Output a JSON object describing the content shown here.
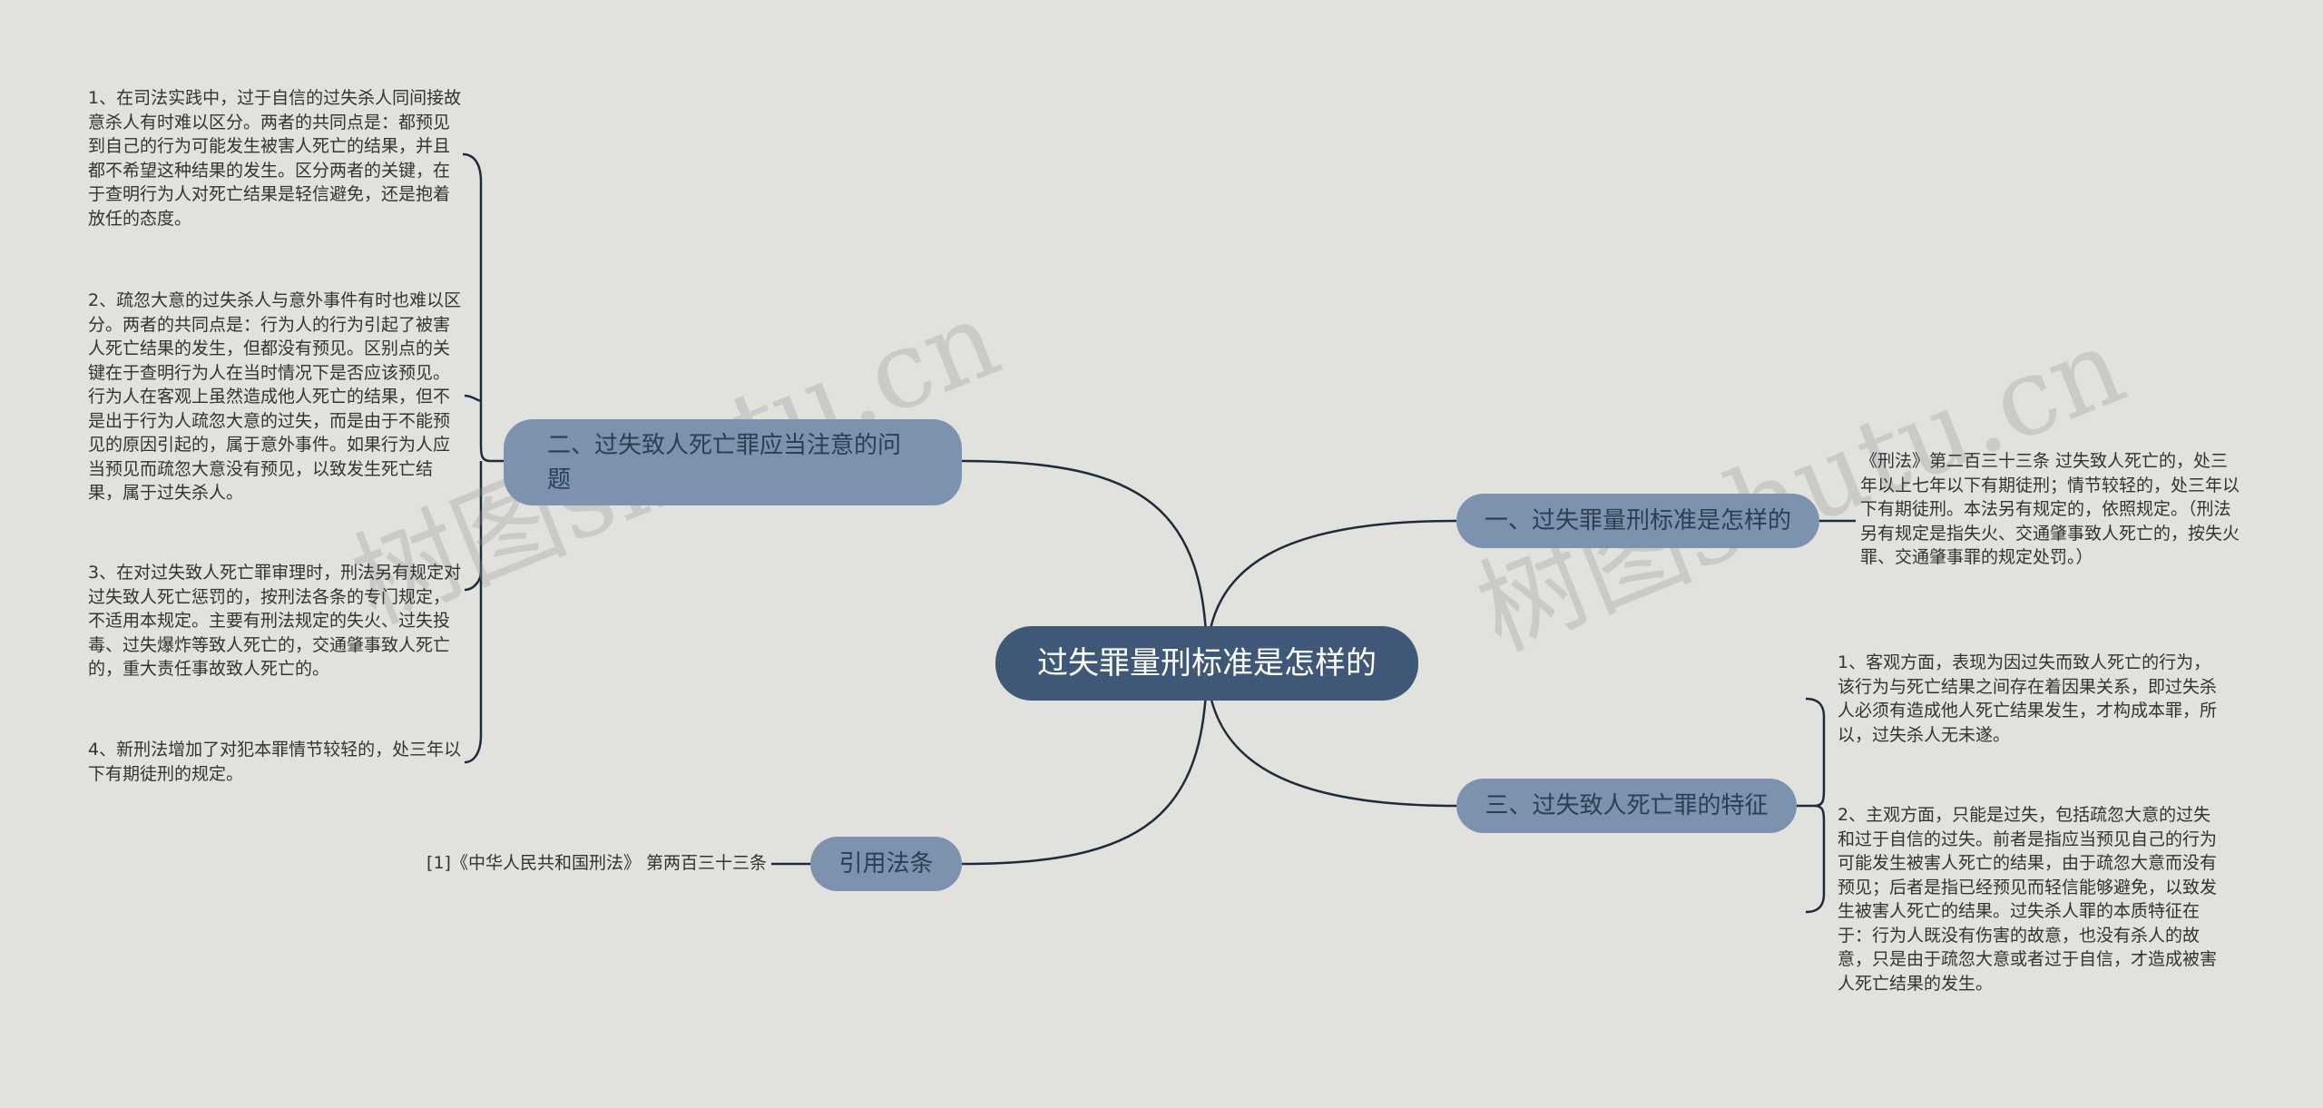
{
  "watermarks": [
    "树图shutu.cn",
    "树图shutu.cn"
  ],
  "root": {
    "label": "过失罪量刑标准是怎样的"
  },
  "branches": {
    "b1": {
      "label": "一、过失罪量刑标准是怎样的",
      "leaves": [
        "《刑法》第二百三十三条 过失致人死亡的，处三年以上七年以下有期徒刑；情节较轻的，处三年以下有期徒刑。本法另有规定的，依照规定。（刑法另有规定是指失火、交通肇事致人死亡的，按失火罪、交通肇事罪的规定处罚。）"
      ]
    },
    "b2": {
      "label": "二、过失致人死亡罪应当注意的问题",
      "leaves": [
        "1、在司法实践中，过于自信的过失杀人同间接故意杀人有时难以区分。两者的共同点是：都预见到自己的行为可能发生被害人死亡的结果，并且都不希望这种结果的发生。区分两者的关键，在于查明行为人对死亡结果是轻信避免，还是抱着放任的态度。",
        "2、疏忽大意的过失杀人与意外事件有时也难以区分。两者的共同点是：行为人的行为引起了被害人死亡结果的发生，但都没有预见。区别点的关键在于查明行为人在当时情况下是否应该预见。行为人在客观上虽然造成他人死亡的结果，但不是出于行为人疏忽大意的过失，而是由于不能预见的原因引起的，属于意外事件。如果行为人应当预见而疏忽大意没有预见，以致发生死亡结果，属于过失杀人。",
        "3、在对过失致人死亡罪审理时，刑法另有规定对过失致人死亡惩罚的，按刑法各条的专门规定，不适用本规定。主要有刑法规定的失火、过失投毒、过失爆炸等致人死亡的，交通肇事致人死亡的，重大责任事故致人死亡的。",
        "4、新刑法增加了对犯本罪情节较轻的，处三年以下有期徒刑的规定。"
      ]
    },
    "b3": {
      "label": "三、过失致人死亡罪的特征",
      "leaves": [
        "1、客观方面，表现为因过失而致人死亡的行为，该行为与死亡结果之间存在着因果关系，即过失杀人必须有造成他人死亡结果发生，才构成本罪，所以，过失杀人无未遂。",
        "2、主观方面，只能是过失，包括疏忽大意的过失和过于自信的过失。前者是指应当预见自己的行为可能发生被害人死亡的结果，由于疏忽大意而没有预见；后者是指已经预见而轻信能够避免，以致发生被害人死亡的结果。过失杀人罪的本质特征在于：行为人既没有伤害的故意，也没有杀人的故意，只是由于疏忽大意或者过于自信，才造成被害人死亡结果的发生。"
      ]
    },
    "b4": {
      "label": "引用法条",
      "leaves": [
        "[1]《中华人民共和国刑法》 第两百三十三条"
      ]
    }
  },
  "colors": {
    "background": "#e1e2de",
    "root_fill": "#3f5877",
    "branch_fill": "#7c92ae",
    "connector": "#1f2a3a"
  }
}
